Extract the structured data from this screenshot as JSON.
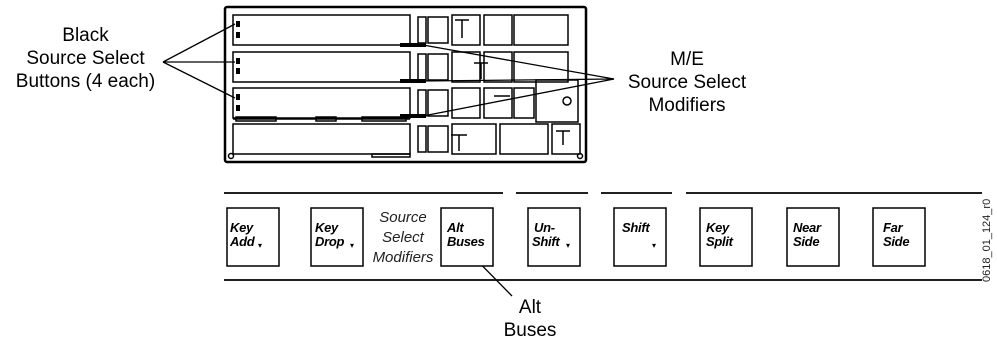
{
  "callouts": {
    "black": [
      "Black",
      "Source Select",
      "Buttons (4 each)"
    ],
    "me": [
      "M/E",
      "Source Select",
      "Modifiers"
    ],
    "alt": [
      "Alt",
      "Buses"
    ]
  },
  "modifier_label": [
    "Source",
    "Select",
    "Modifiers"
  ],
  "buttons": [
    {
      "line1": "Key",
      "line2": "Add",
      "arrow": "▾"
    },
    {
      "line1": "Key",
      "line2": "Drop",
      "arrow": "▾"
    },
    {
      "line1": "Alt",
      "line2": "Buses",
      "arrow": ""
    },
    {
      "line1": "Un-",
      "line2": "Shift",
      "arrow": "▾"
    },
    {
      "line1": "Shift",
      "line2": "",
      "arrow": "▾"
    },
    {
      "line1": "Key",
      "line2": "Split",
      "arrow": ""
    },
    {
      "line1": "Near",
      "line2": "Side",
      "arrow": ""
    },
    {
      "line1": "Far",
      "line2": "Side",
      "arrow": ""
    }
  ],
  "figure_id": "0618_01_124_r0",
  "colors": {
    "ink": "#000000",
    "panel_fill": "#ffffff",
    "highlight": "#000000"
  }
}
